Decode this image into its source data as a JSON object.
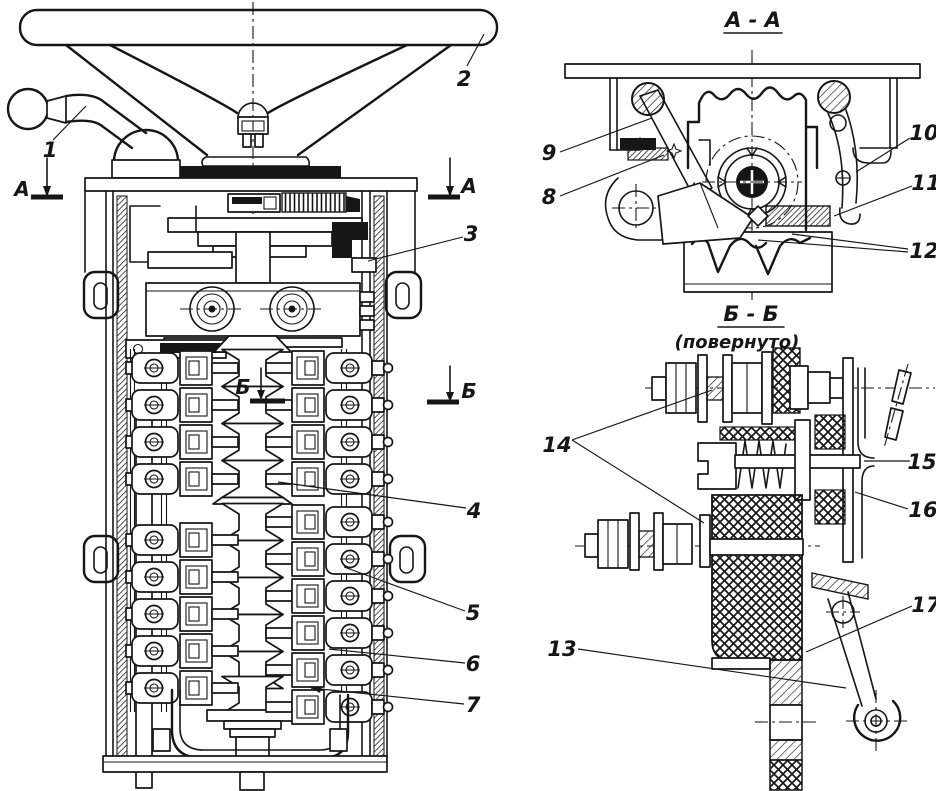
{
  "colors": {
    "background": "#ffffff",
    "ink": "#161616"
  },
  "main_view": {
    "marker_a_left": "А",
    "marker_a_right": "А",
    "marker_b_inner": "Б",
    "marker_b_right": "Б",
    "callout_1": "1",
    "callout_2": "2",
    "callout_3": "3",
    "callout_4": "4",
    "callout_5": "5",
    "callout_6": "6",
    "callout_7": "7"
  },
  "section_aa": {
    "title": "А - А",
    "callout_8": "8",
    "callout_9": "9",
    "callout_10": "10",
    "callout_11": "11",
    "callout_12": "12"
  },
  "section_bb": {
    "title": "Б - Б",
    "subtitle": "(повернуто)",
    "callout_13": "13",
    "callout_14": "14",
    "callout_15": "15",
    "callout_16": "16",
    "callout_17": "17"
  }
}
